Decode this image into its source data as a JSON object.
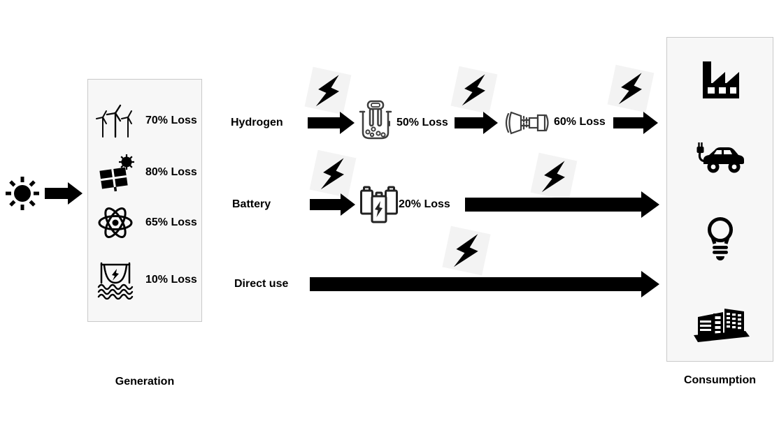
{
  "source": {
    "icon": "sun-icon"
  },
  "generation": {
    "label": "Generation",
    "items": [
      {
        "name": "wind",
        "icon": "wind-turbines-icon",
        "loss": "70% Loss"
      },
      {
        "name": "solar",
        "icon": "solar-panel-icon",
        "loss": "80% Loss"
      },
      {
        "name": "nuclear",
        "icon": "atom-icon",
        "loss": "65% Loss"
      },
      {
        "name": "hydro",
        "icon": "hydro-dam-icon",
        "loss": "10% Loss"
      }
    ]
  },
  "pathways": [
    {
      "name": "Hydrogen",
      "stages": [
        {
          "icon": "electrolyzer-icon",
          "loss": "50% Loss"
        },
        {
          "icon": "gas-turbine-icon",
          "loss": "60% Loss"
        }
      ]
    },
    {
      "name": "Battery",
      "stages": [
        {
          "icon": "battery-pack-icon",
          "loss": "20% Loss"
        }
      ]
    },
    {
      "name": "Direct use",
      "stages": []
    }
  ],
  "consumption": {
    "label": "Consumption",
    "items": [
      {
        "icon": "factory-icon"
      },
      {
        "icon": "electric-car-icon"
      },
      {
        "icon": "light-bulb-icon"
      },
      {
        "icon": "office-buildings-icon"
      }
    ]
  },
  "colors": {
    "ink": "#000000",
    "panel_bg": "#f7f7f7",
    "panel_border": "#c9c9c9",
    "bolt_card_bg": "#f3f3f3",
    "outline_icon": "#3d3d3d"
  }
}
